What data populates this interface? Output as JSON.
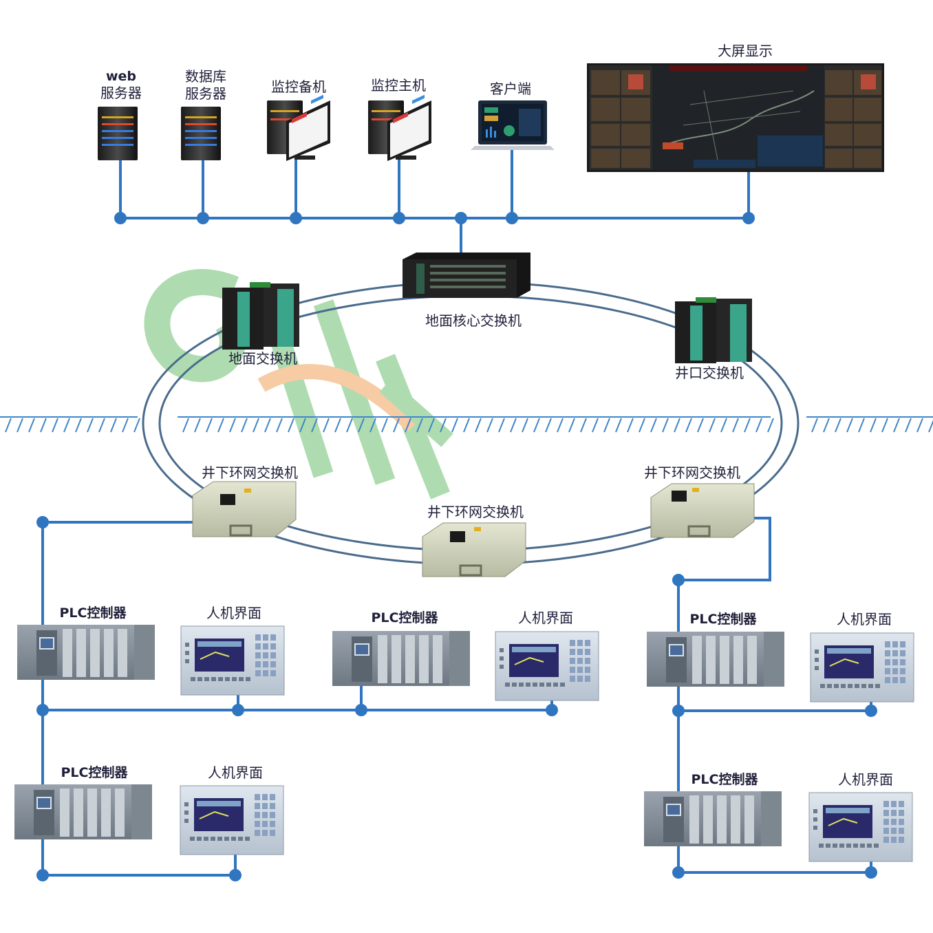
{
  "colors": {
    "line": "#2f75c0",
    "ring": "#4a6b8c",
    "label": "#1f1f3a",
    "ground": "#3f85c8",
    "watermark_green": "#6cc070",
    "watermark_orange": "#f2a25a"
  },
  "top_devices": [
    {
      "id": "web",
      "label_line1": "web",
      "label_line2": "服务器",
      "icon": "server-tower-icon"
    },
    {
      "id": "db",
      "label_line1": "数据库",
      "label_line2": "服务器",
      "icon": "server-tower-icon"
    },
    {
      "id": "monitor_backup",
      "label_line1": "监控备机",
      "icon": "workstation-icon"
    },
    {
      "id": "monitor_main",
      "label_line1": "监控主机",
      "icon": "workstation-icon"
    },
    {
      "id": "client",
      "label_line1": "客户端",
      "icon": "laptop-icon"
    },
    {
      "id": "bigscreen",
      "label_line1": "大屏显示",
      "icon": "video-wall-icon"
    }
  ],
  "switches": {
    "core": "地面核心交换机",
    "ground": "地面交换机",
    "shaft": "井口交换机",
    "underground_left": "井下环网交换机",
    "underground_mid": "井下环网交换机",
    "underground_right": "井下环网交换机"
  },
  "field_groups": [
    {
      "id": "g1",
      "plc": "PLC控制器",
      "hmi": "人机界面"
    },
    {
      "id": "g2",
      "plc": "PLC控制器",
      "hmi": "人机界面"
    },
    {
      "id": "g3",
      "plc": "PLC控制器",
      "hmi": "人机界面"
    },
    {
      "id": "g4",
      "plc": "PLC控制器",
      "hmi": "人机界面"
    },
    {
      "id": "g5",
      "plc": "PLC控制器",
      "hmi": "人机界面"
    }
  ]
}
